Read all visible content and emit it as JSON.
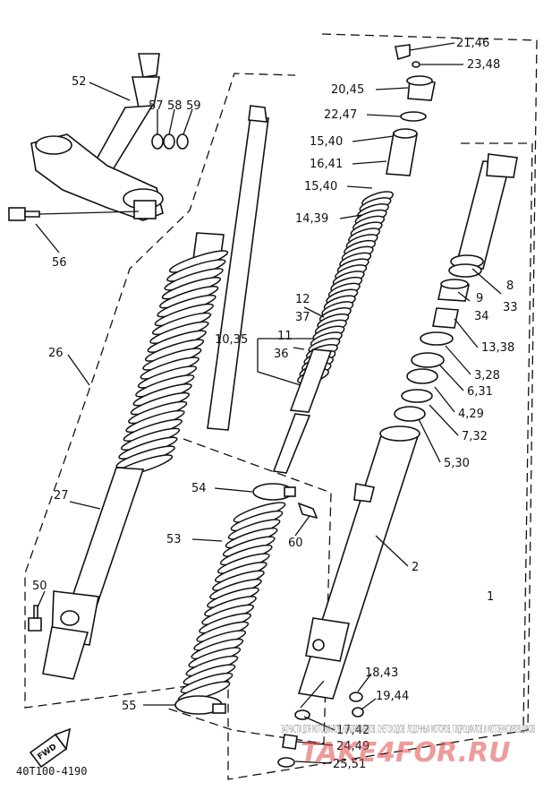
{
  "diagram": {
    "code": "40T100-4190",
    "fwd_text": "FWD",
    "watermark": {
      "text": "ЗАПЧАСТИ ДЛЯ МОТОЦИКЛОВ, КВАДРОЦИКЛОВ, СНЕГОХОДОВ, ЛОДОЧНЫХ МОТОРОВ, ГИДРОЦИКЛОВ И МОТОБУКСИРОВЩИКОВ",
      "visible_text": "ЗАПЧАСТИ ДЛЯ МОТОЦИКЛОВ, КВАДРОЦИКЛОВ, СНЕГОХОДОВ, ЛОДОЧНЫХ МОТОРОВ, ГИДРОЦИКЛОВ И МОТОБУКСИРОВЩИКОВ",
      "brand": "TAKE4FOR.RU"
    },
    "labels": {
      "l52": "52",
      "l57": "57",
      "l58": "58",
      "l59": "59",
      "l56": "56",
      "l26": "26",
      "l27": "27",
      "l50": "50",
      "l55": "55",
      "l53": "53",
      "l54": "54",
      "l60": "60",
      "l21_46": "21,46",
      "l23_48": "23,48",
      "l20_45": "20,45",
      "l22_47": "22,47",
      "l15_40a": "15,40",
      "l16_41": "16,41",
      "l15_40b": "15,40",
      "l14_39": "14,39",
      "l12": "12",
      "l37": "37",
      "l10_35": "10,35",
      "l11": "11",
      "l36": "36",
      "l8": "8",
      "l33": "33",
      "l9": "9",
      "l34": "34",
      "l13_38": "13,38",
      "l3_28": "3,28",
      "l6_31": "6,31",
      "l4_29": "4,29",
      "l7_32": "7,32",
      "l5_30": "5,30",
      "l2": "2",
      "l1": "1",
      "l18_43": "18,43",
      "l19_44": "19,44",
      "l17_42": "17,42",
      "l24_49": "24,49",
      "l25_51": "25,51"
    }
  }
}
